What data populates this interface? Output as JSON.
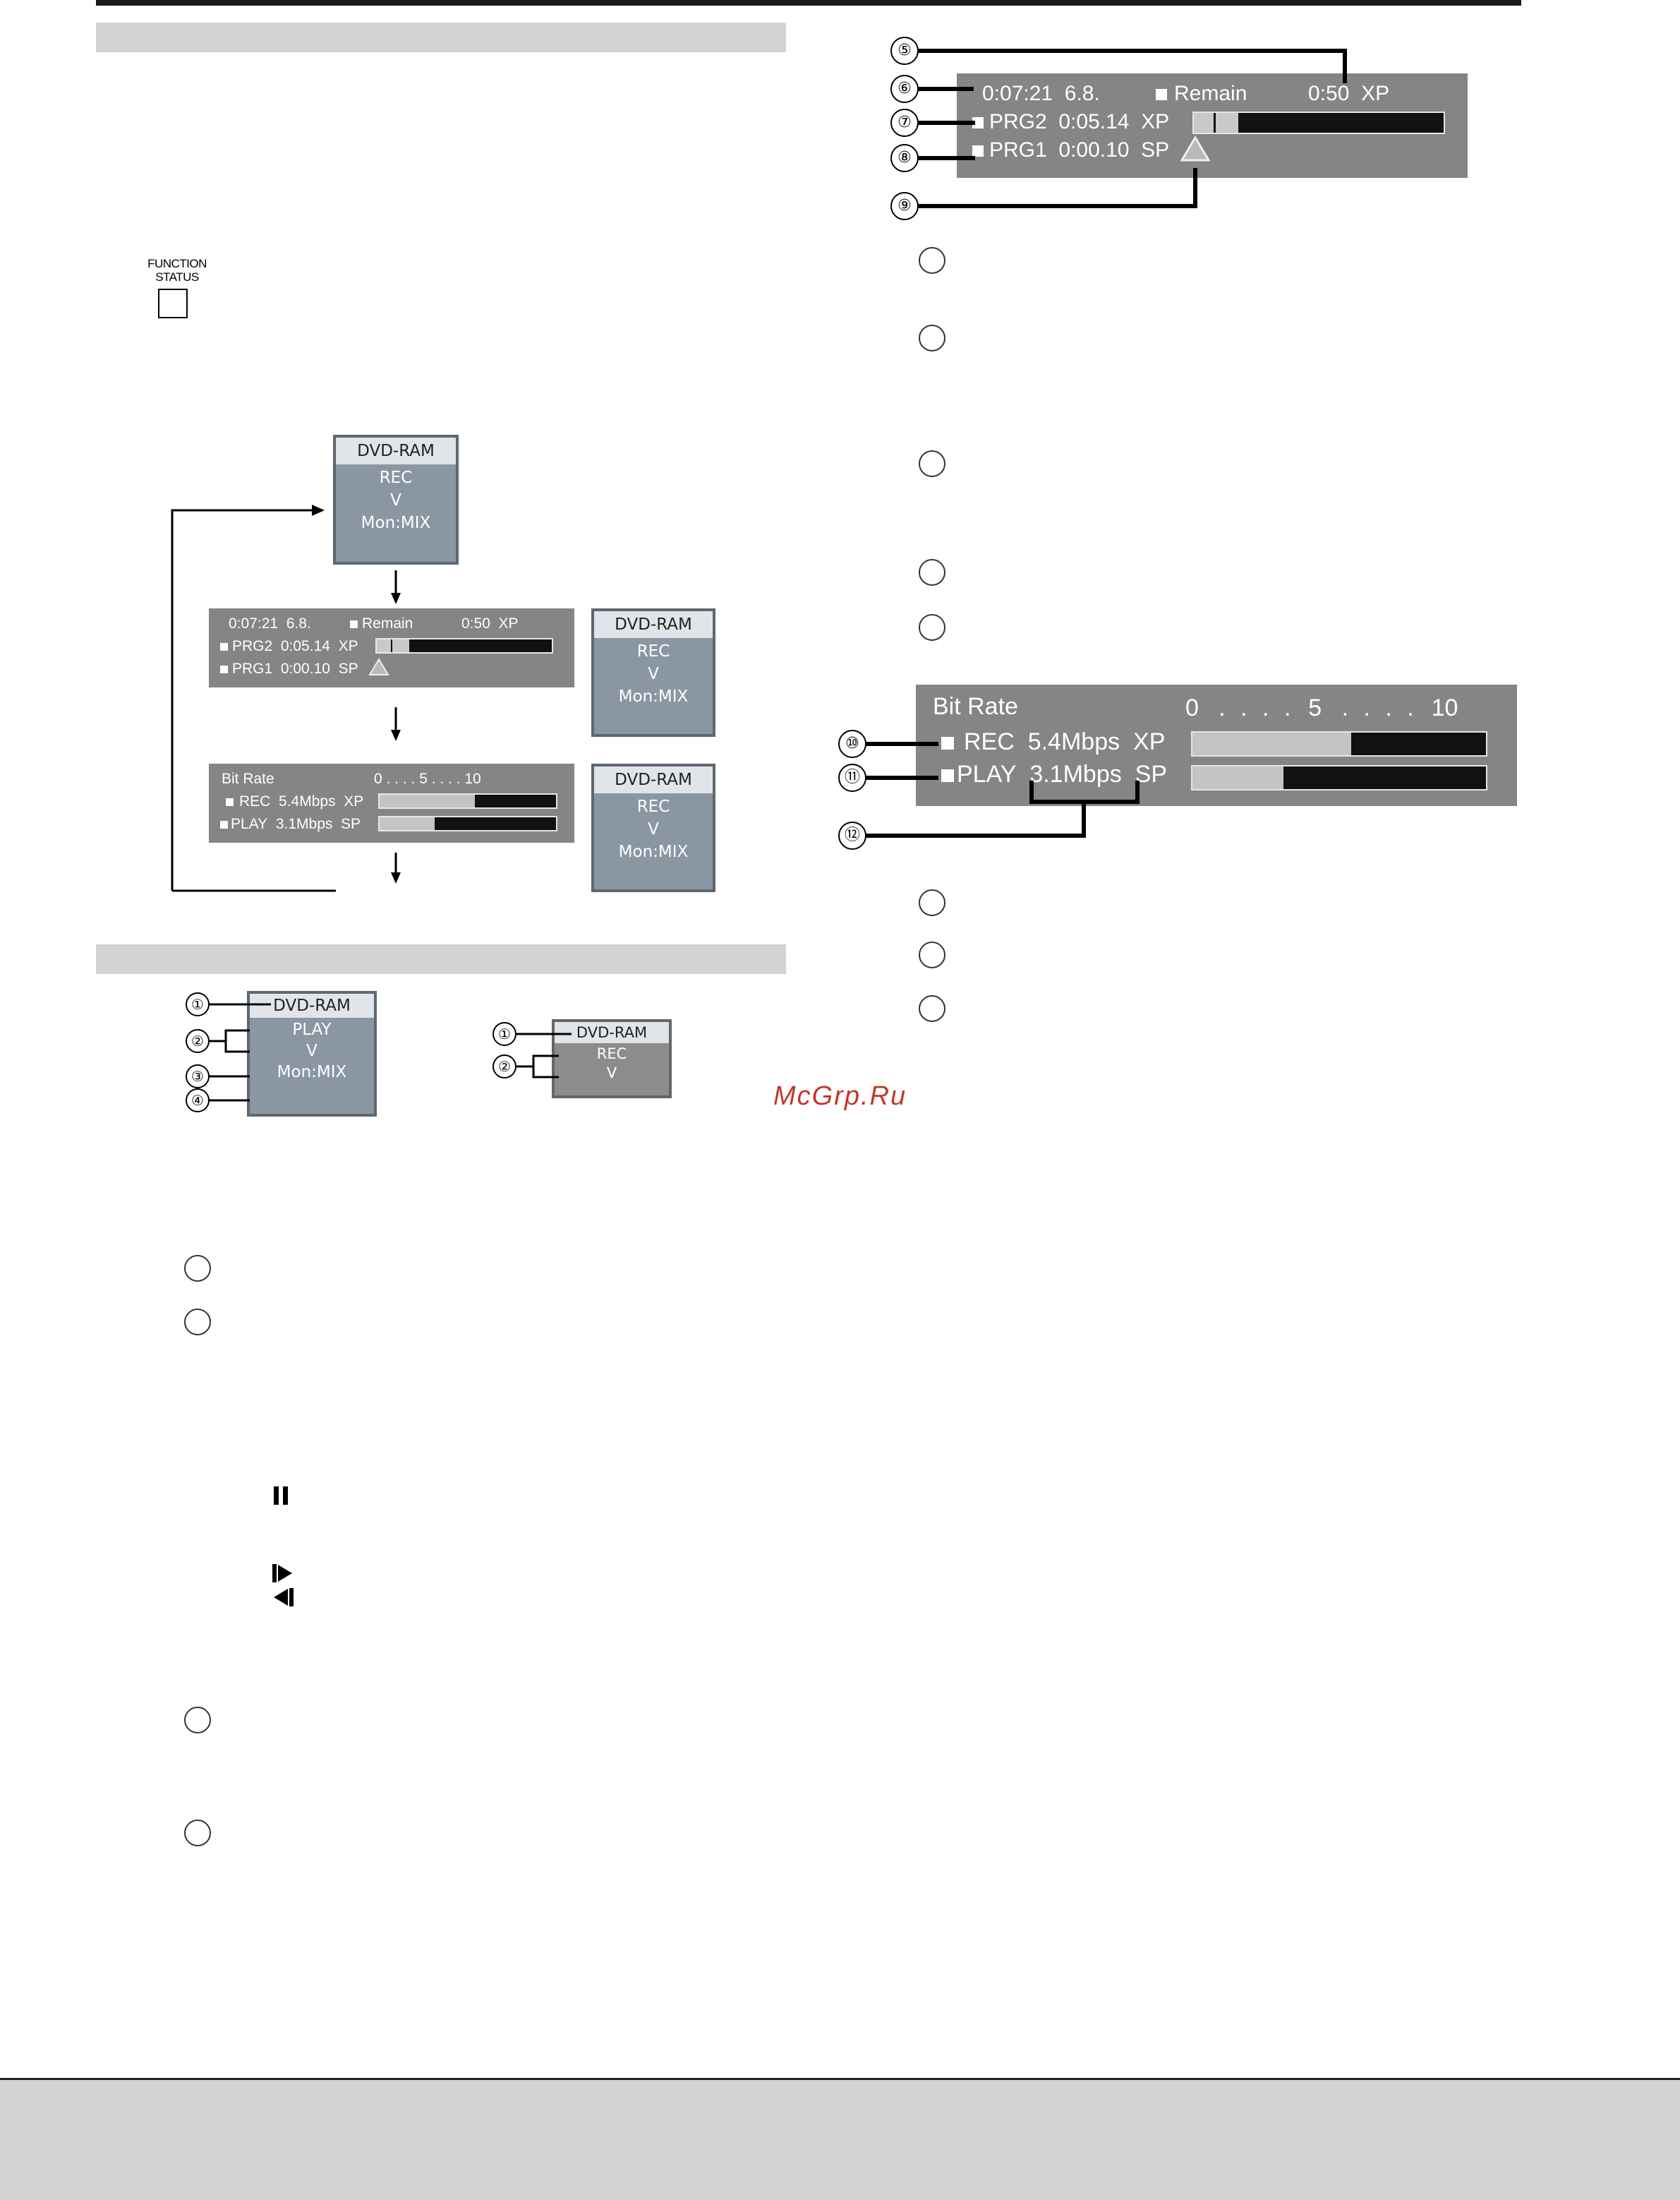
{
  "remote": {
    "label_line1": "FUNCTION",
    "label_line2": "STATUS"
  },
  "flow": {
    "box_a": [
      "DVD-RAM",
      "REC",
      "V",
      "Mon:MIX"
    ],
    "box_b": [
      "DVD-RAM",
      "REC",
      "V",
      "Mon:MIX"
    ],
    "box_c": [
      "DVD-RAM",
      "REC",
      "V",
      "Mon:MIX"
    ],
    "status": {
      "time": "0:07:21",
      "date": "6.8.",
      "remain_label": "Remain",
      "remain_time": "0:50",
      "remain_mode": "XP",
      "prg2": "PRG2",
      "prg2_time": "0:05.14",
      "prg2_mode": "XP",
      "prg1": "PRG1",
      "prg1_time": "0:00.10",
      "prg1_mode": "SP"
    },
    "bitrate": {
      "title": "Bit Rate",
      "scale": "0 . . . . 5 . . . . 10",
      "rec_label": "REC",
      "rec_rate": "5.4Mbps",
      "rec_mode": "XP",
      "rec_level": 0.54,
      "play_label": "PLAY",
      "play_rate": "3.1Mbps",
      "play_mode": "SP",
      "play_level": 0.31
    }
  },
  "diagram_bottom": {
    "left_box": [
      "DVD-RAM",
      "PLAY",
      "V",
      "Mon:MIX"
    ],
    "right_box": [
      "DVD-RAM",
      "REC",
      "V"
    ],
    "numbers": [
      "①",
      "②",
      "③",
      "④"
    ]
  },
  "status_detail": {
    "time": "0:07:21",
    "date": "6.8.",
    "remain_label": "Remain",
    "remain_time": "0:50",
    "remain_mode": "XP",
    "prg2": "PRG2",
    "prg2_time": "0:05.14",
    "prg2_mode": "XP",
    "prg1": "PRG1",
    "prg1_time": "0:00.10",
    "prg1_mode": "SP",
    "numbers": [
      "⑤",
      "⑥",
      "⑦",
      "⑧",
      "⑨"
    ]
  },
  "bitrate_detail": {
    "title": "Bit Rate",
    "scale_0": "0",
    "scale_5": "5",
    "scale_10": "10",
    "scale_dots": ". . . .",
    "rec_label": "REC",
    "rec_rate": "5.4Mbps",
    "rec_mode": "XP",
    "rec_level": 0.54,
    "play_label": "PLAY",
    "play_rate": "3.1Mbps",
    "play_mode": "SP",
    "play_level": 0.31,
    "numbers": [
      "⑩",
      "⑪",
      "⑫"
    ]
  },
  "watermark": "McGrp.Ru",
  "colors": {
    "osd_gray": "#858585",
    "osd_blue_gray": "#8a97a3",
    "section_bar": "#d3d3d3",
    "watermark": "#c0392b"
  }
}
